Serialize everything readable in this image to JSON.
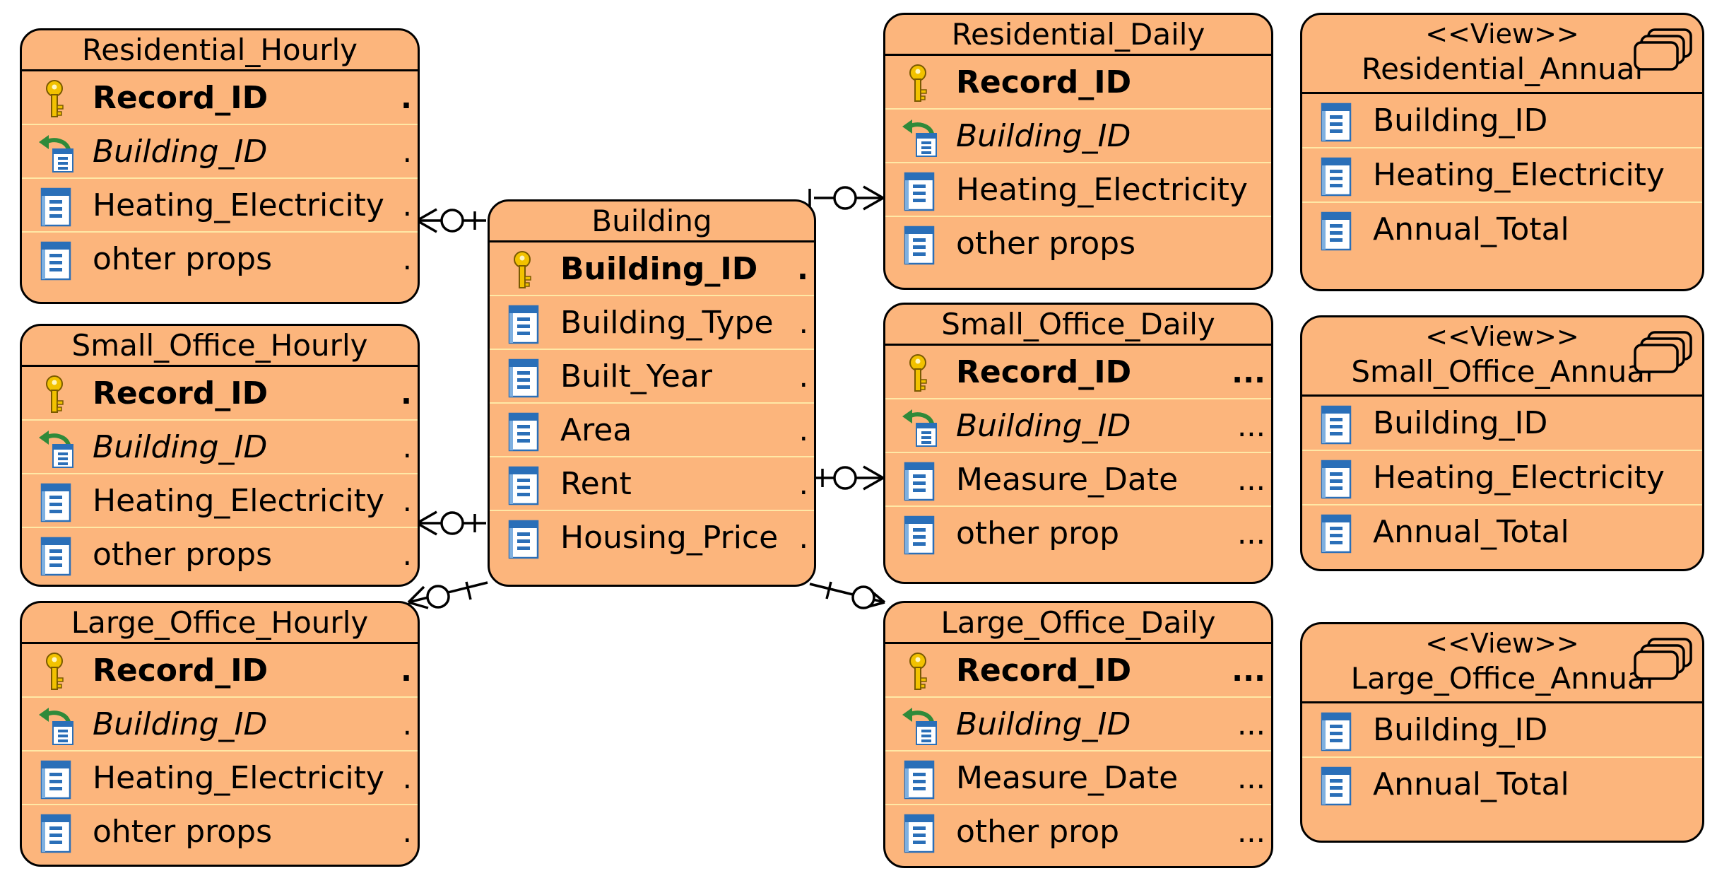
{
  "entities": {
    "residential_hourly": {
      "title": "Residential_Hourly",
      "rows": [
        {
          "label": "Record_ID",
          "type": "pk",
          "trail": "."
        },
        {
          "label": "Building_ID",
          "type": "fk",
          "trail": "."
        },
        {
          "label": "Heating_Electricity",
          "type": "col",
          "trail": "."
        },
        {
          "label": "ohter props",
          "type": "col",
          "trail": "."
        }
      ]
    },
    "small_office_hourly": {
      "title": "Small_Office_Hourly",
      "rows": [
        {
          "label": "Record_ID",
          "type": "pk",
          "trail": "."
        },
        {
          "label": "Building_ID",
          "type": "fk",
          "trail": "."
        },
        {
          "label": "Heating_Electricity",
          "type": "col",
          "trail": "."
        },
        {
          "label": "other props",
          "type": "col",
          "trail": "."
        }
      ]
    },
    "large_office_hourly": {
      "title": "Large_Office_Hourly",
      "rows": [
        {
          "label": "Record_ID",
          "type": "pk",
          "trail": "."
        },
        {
          "label": "Building_ID",
          "type": "fk",
          "trail": "."
        },
        {
          "label": "Heating_Electricity",
          "type": "col",
          "trail": "."
        },
        {
          "label": "ohter props",
          "type": "col",
          "trail": "."
        }
      ]
    },
    "building": {
      "title": "Building",
      "rows": [
        {
          "label": "Building_ID",
          "type": "pk",
          "trail": "."
        },
        {
          "label": "Building_Type",
          "type": "col",
          "trail": "."
        },
        {
          "label": "Built_Year",
          "type": "col",
          "trail": "."
        },
        {
          "label": "Area",
          "type": "col",
          "trail": "."
        },
        {
          "label": "Rent",
          "type": "col",
          "trail": "."
        },
        {
          "label": "Housing_Price",
          "type": "col",
          "trail": "."
        }
      ]
    },
    "residential_daily": {
      "title": "Residential_Daily",
      "rows": [
        {
          "label": "Record_ID",
          "type": "pk",
          "trail": ""
        },
        {
          "label": "Building_ID",
          "type": "fk",
          "trail": ""
        },
        {
          "label": "Heating_Electricity",
          "type": "col",
          "trail": ""
        },
        {
          "label": "other props",
          "type": "col",
          "trail": ""
        }
      ]
    },
    "small_office_daily": {
      "title": "Small_Office_Daily",
      "rows": [
        {
          "label": "Record_ID",
          "type": "pk",
          "trail": "..."
        },
        {
          "label": "Building_ID",
          "type": "fk",
          "trail": "..."
        },
        {
          "label": "Measure_Date",
          "type": "col",
          "trail": "..."
        },
        {
          "label": "other prop",
          "type": "col",
          "trail": "..."
        }
      ]
    },
    "large_office_daily": {
      "title": "Large_Office_Daily",
      "rows": [
        {
          "label": "Record_ID",
          "type": "pk",
          "trail": "..."
        },
        {
          "label": "Building_ID",
          "type": "fk",
          "trail": "..."
        },
        {
          "label": "Measure_Date",
          "type": "col",
          "trail": "..."
        },
        {
          "label": "other prop",
          "type": "col",
          "trail": "..."
        }
      ]
    },
    "residential_annual": {
      "stereotype": "<<View>>",
      "title": "Residential_Annual",
      "rows": [
        {
          "label": "Building_ID",
          "type": "col",
          "trail": ""
        },
        {
          "label": "Heating_Electricity",
          "type": "col",
          "trail": ""
        },
        {
          "label": "Annual_Total",
          "type": "col",
          "trail": ""
        }
      ]
    },
    "small_office_annual": {
      "stereotype": "<<View>>",
      "title": "Small_Office_Annual",
      "rows": [
        {
          "label": "Building_ID",
          "type": "col",
          "trail": ""
        },
        {
          "label": "Heating_Electricity",
          "type": "col",
          "trail": ""
        },
        {
          "label": "Annual_Total",
          "type": "col",
          "trail": ""
        }
      ]
    },
    "large_office_annual": {
      "stereotype": "<<View>>",
      "title": "Large_Office_Annual",
      "rows": [
        {
          "label": "Building_ID",
          "type": "col",
          "trail": ""
        },
        {
          "label": "Annual_Total",
          "type": "col",
          "trail": ""
        }
      ]
    }
  },
  "colors": {
    "entity_fill": "#fcb57c",
    "border": "#000000",
    "row_divider": "#ffe8a6",
    "key_icon": "#f2c200",
    "column_icon": "#2a6fb8",
    "fk_arrow": "#2f8a3a"
  },
  "icons": {
    "pk": "key-icon",
    "fk": "foreign-key-icon",
    "col": "column-icon",
    "view": "view-stack-icon"
  }
}
